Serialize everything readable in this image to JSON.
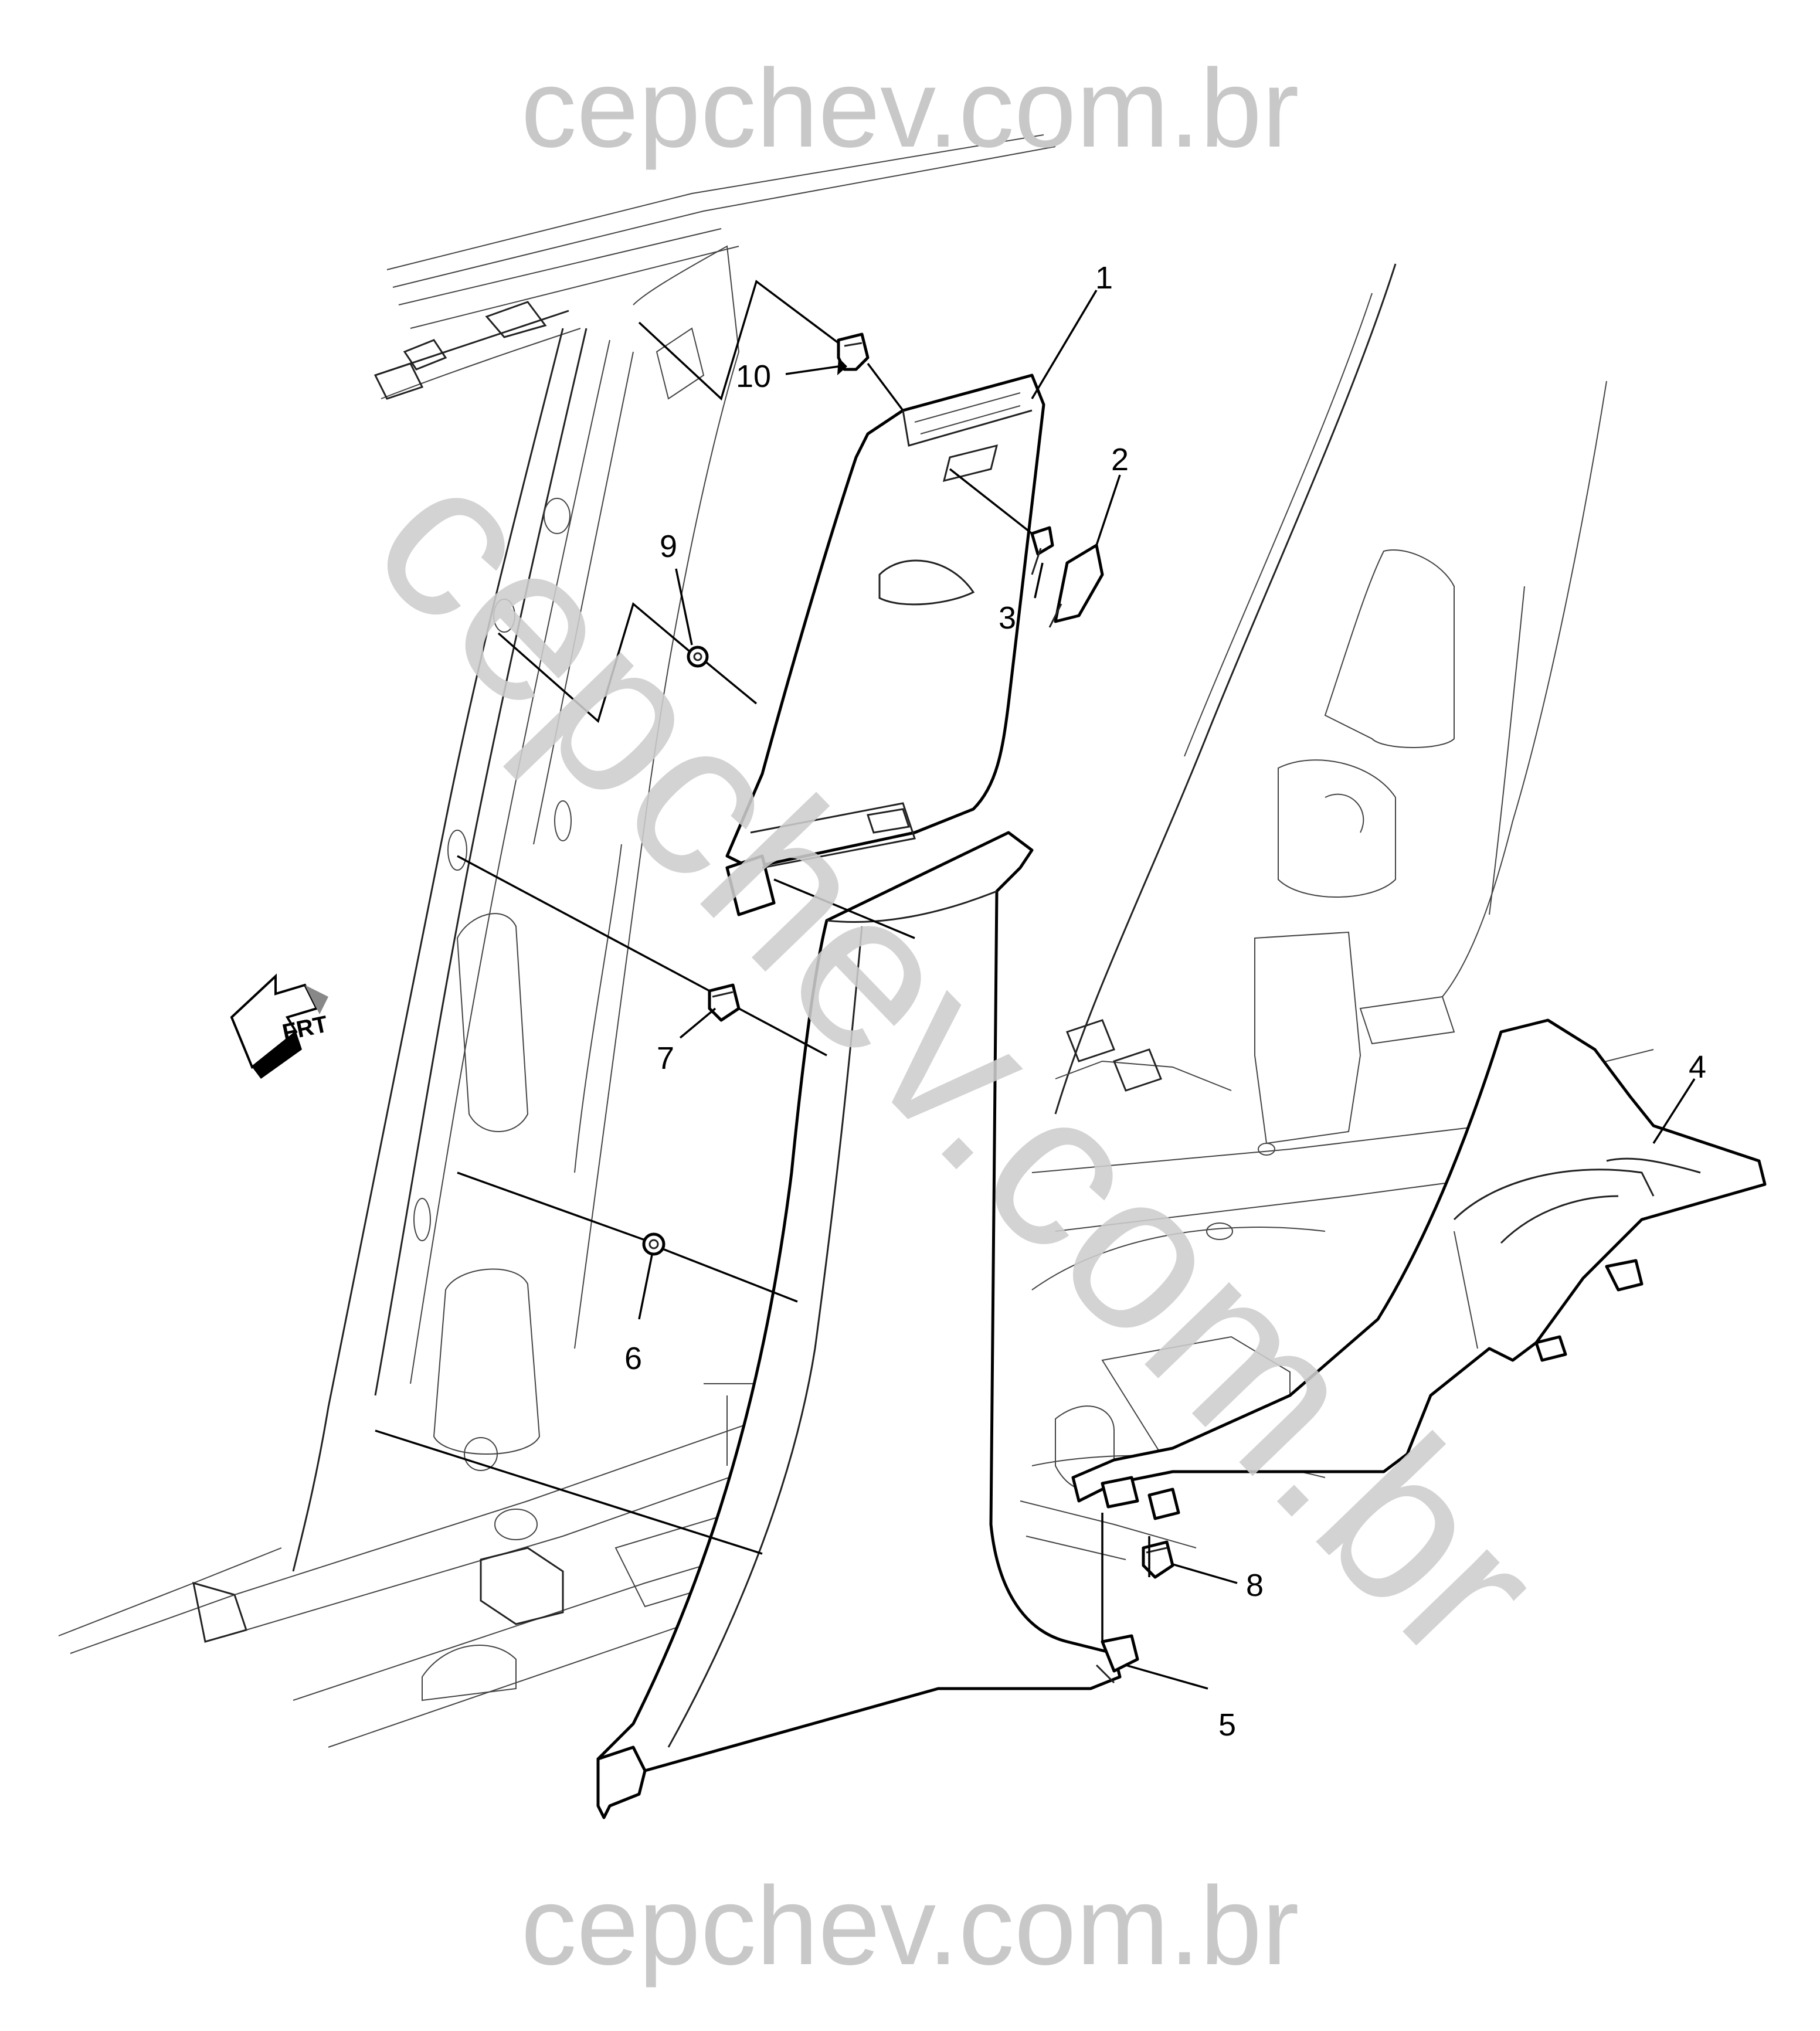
{
  "watermark": {
    "top": "cepchev.com.br",
    "bottom": "cepchev.com.br",
    "diagonal": "cepchev.com.br"
  },
  "orientation": {
    "label": "FRT"
  },
  "callouts": [
    {
      "id": "1",
      "label": "1"
    },
    {
      "id": "2",
      "label": "2"
    },
    {
      "id": "3",
      "label": "3"
    },
    {
      "id": "4",
      "label": "4"
    },
    {
      "id": "5",
      "label": "5"
    },
    {
      "id": "6",
      "label": "6"
    },
    {
      "id": "7",
      "label": "7"
    },
    {
      "id": "8",
      "label": "8"
    },
    {
      "id": "9",
      "label": "9"
    },
    {
      "id": "10",
      "label": "10"
    }
  ],
  "colors": {
    "linework": "#000000",
    "watermark": "#c8c8c8",
    "background": "#ffffff"
  }
}
